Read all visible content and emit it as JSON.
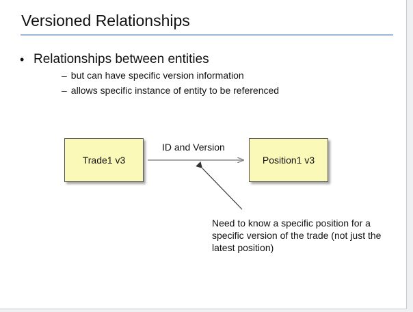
{
  "slide": {
    "title": "Versioned Relationships",
    "bullet": "Relationships between entities",
    "sub_bullets": [
      "but can have specific version information",
      "allows specific instance of entity to be referenced"
    ],
    "bullet_symbol": "•",
    "dash_symbol": "–"
  },
  "diagram": {
    "left_box": "Trade1 v3",
    "right_box": "Position1 v3",
    "arrow_label": "ID and Version",
    "note": "Need to know a specific position for a specific version of the trade (not just the latest position)"
  },
  "colors": {
    "box_fill": "#fbf9b8",
    "title_rule": "#9fb7d6",
    "arrow": "#888888",
    "pointer": "#333333"
  }
}
